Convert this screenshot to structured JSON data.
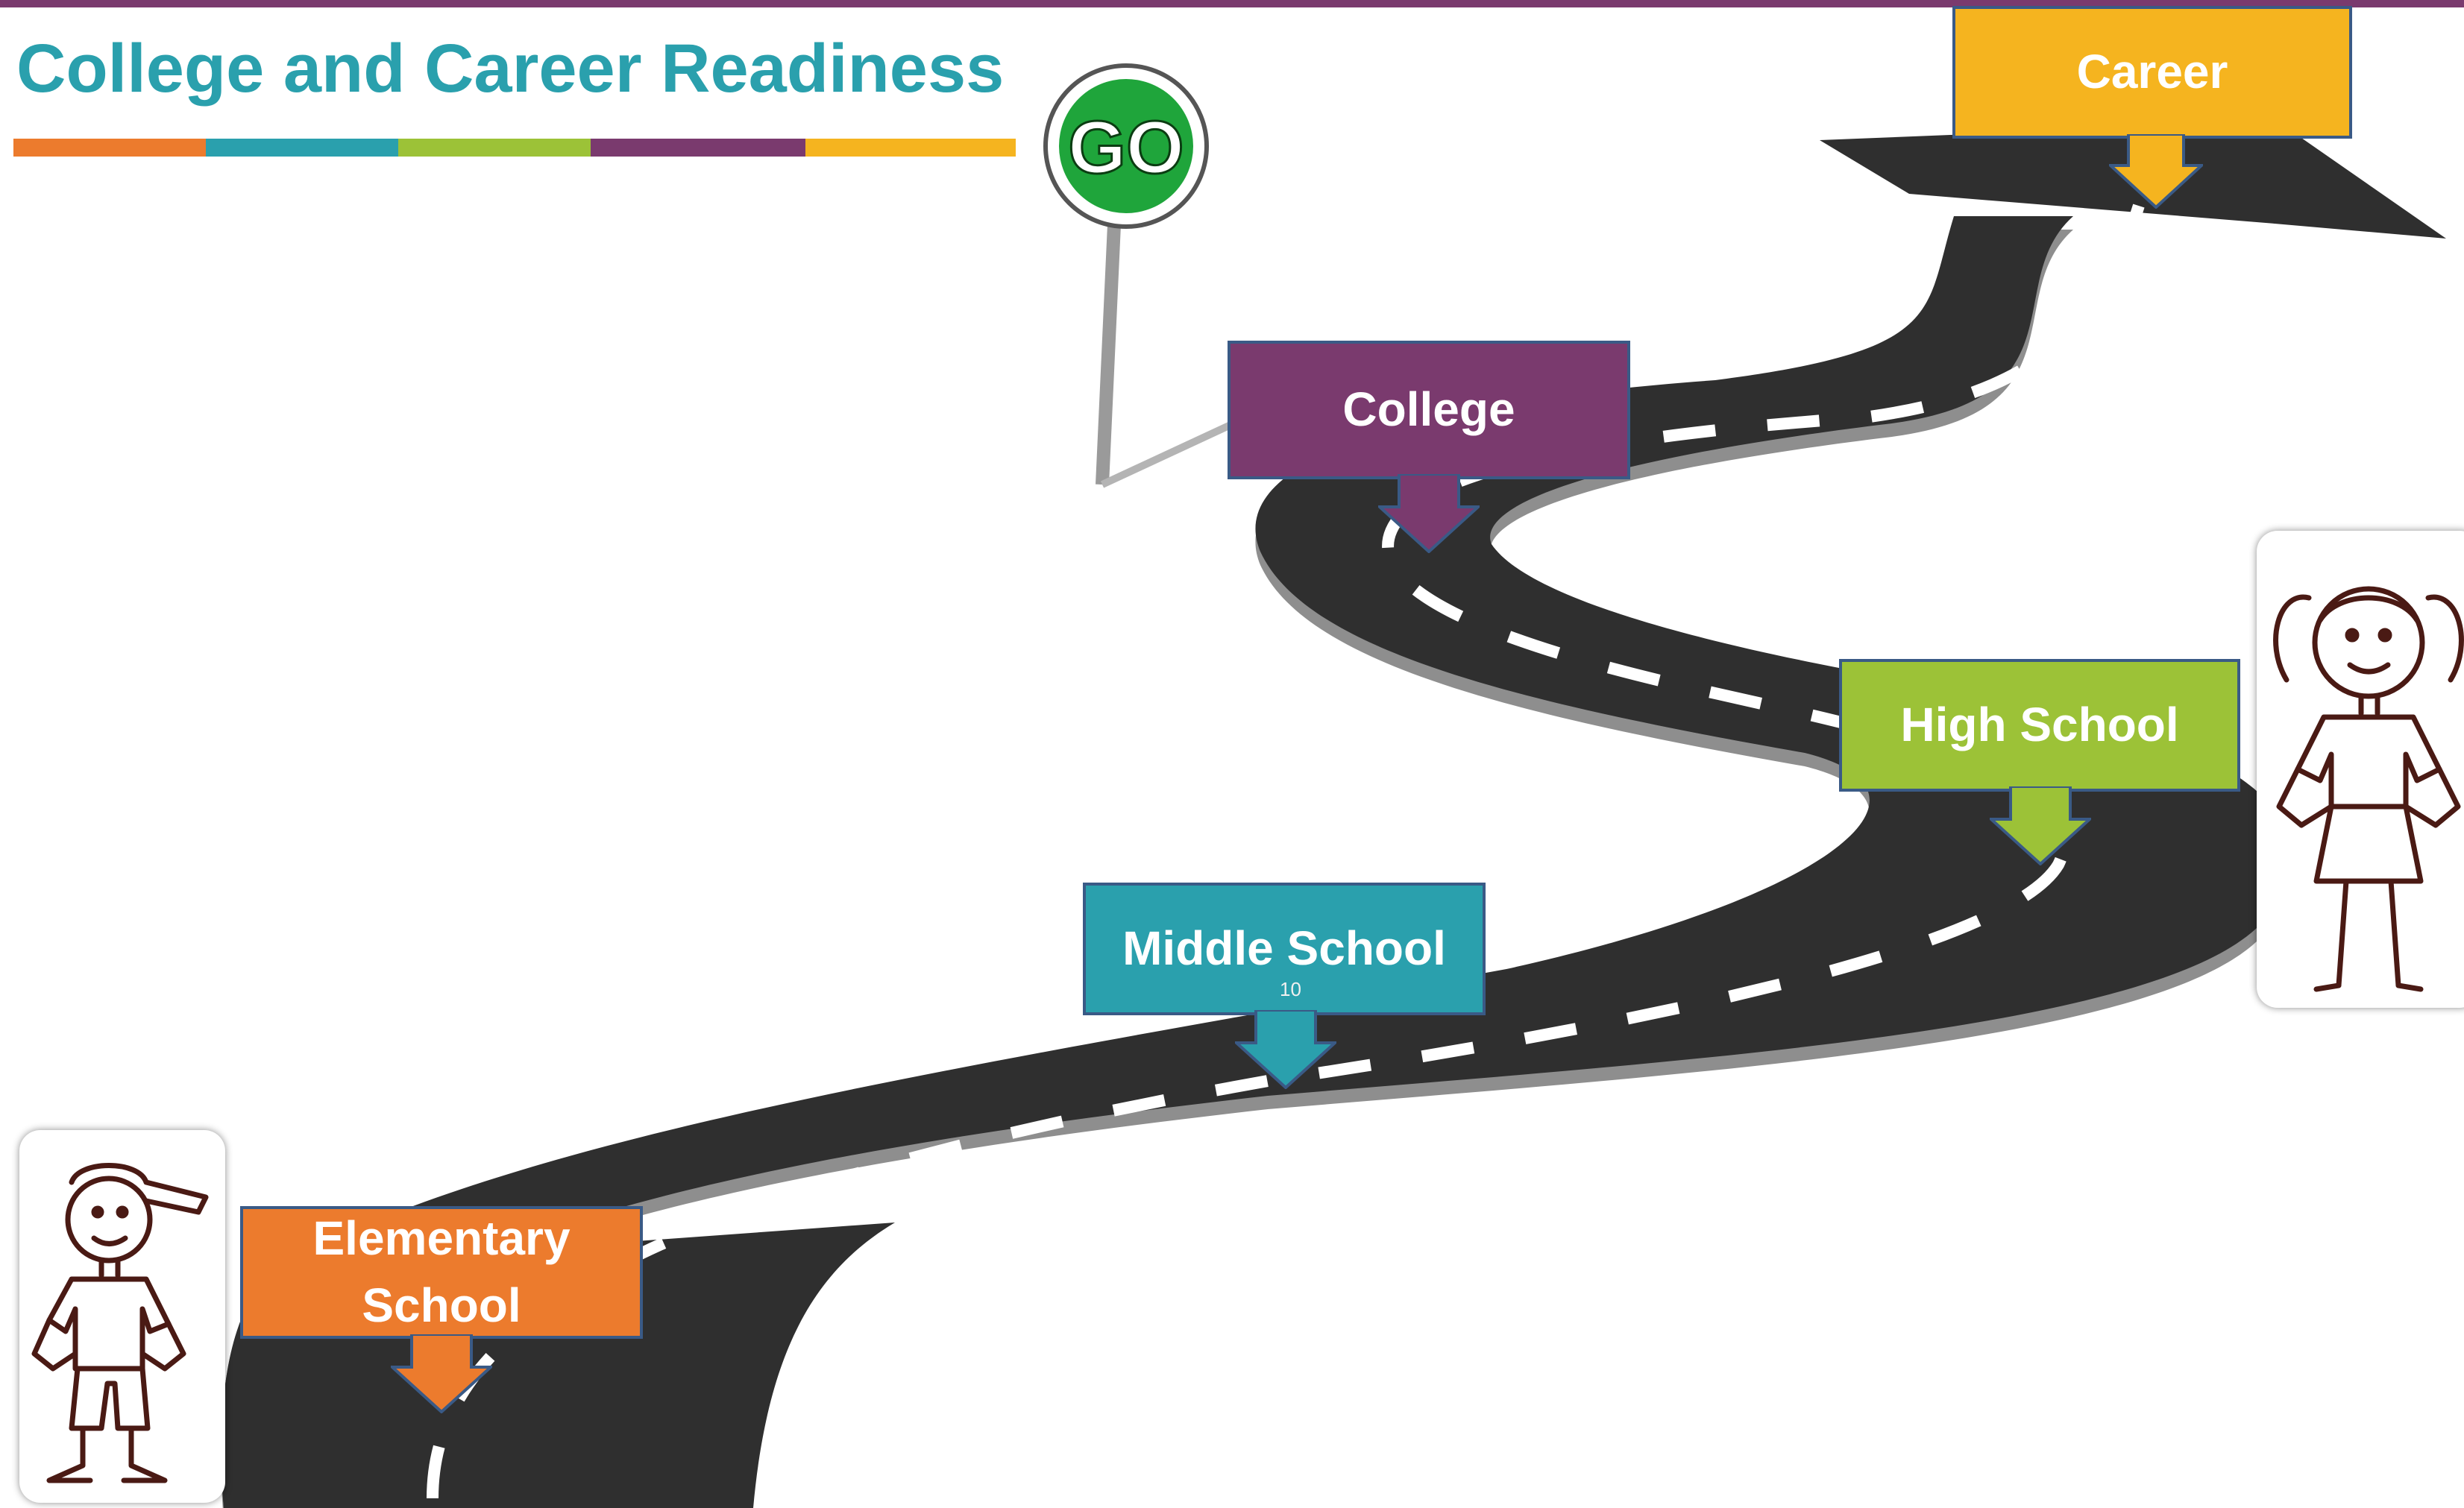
{
  "slide": {
    "title": "College and Career Readiness",
    "title_color": "#2aa0ad",
    "page_number": "10"
  },
  "underline_colors": [
    "#ec7b2d",
    "#2aa0ad",
    "#9cc237",
    "#7a3a6e",
    "#f5b41f"
  ],
  "go_sign": {
    "text": "GO",
    "color": "#1fa53b"
  },
  "milestones": [
    {
      "id": "elementary",
      "label": "Elementary School",
      "color": "#ec7b2d"
    },
    {
      "id": "middle",
      "label": "Middle School",
      "color": "#2aa0ad"
    },
    {
      "id": "high",
      "label": "High School",
      "color": "#9cc237"
    },
    {
      "id": "college",
      "label": "College",
      "color": "#7a3a6e"
    },
    {
      "id": "career",
      "label": "Career",
      "color": "#f5b41f"
    }
  ],
  "figures": [
    {
      "id": "boy",
      "icon": "boy-stick-figure-icon"
    },
    {
      "id": "girl",
      "icon": "girl-stick-figure-icon"
    }
  ]
}
